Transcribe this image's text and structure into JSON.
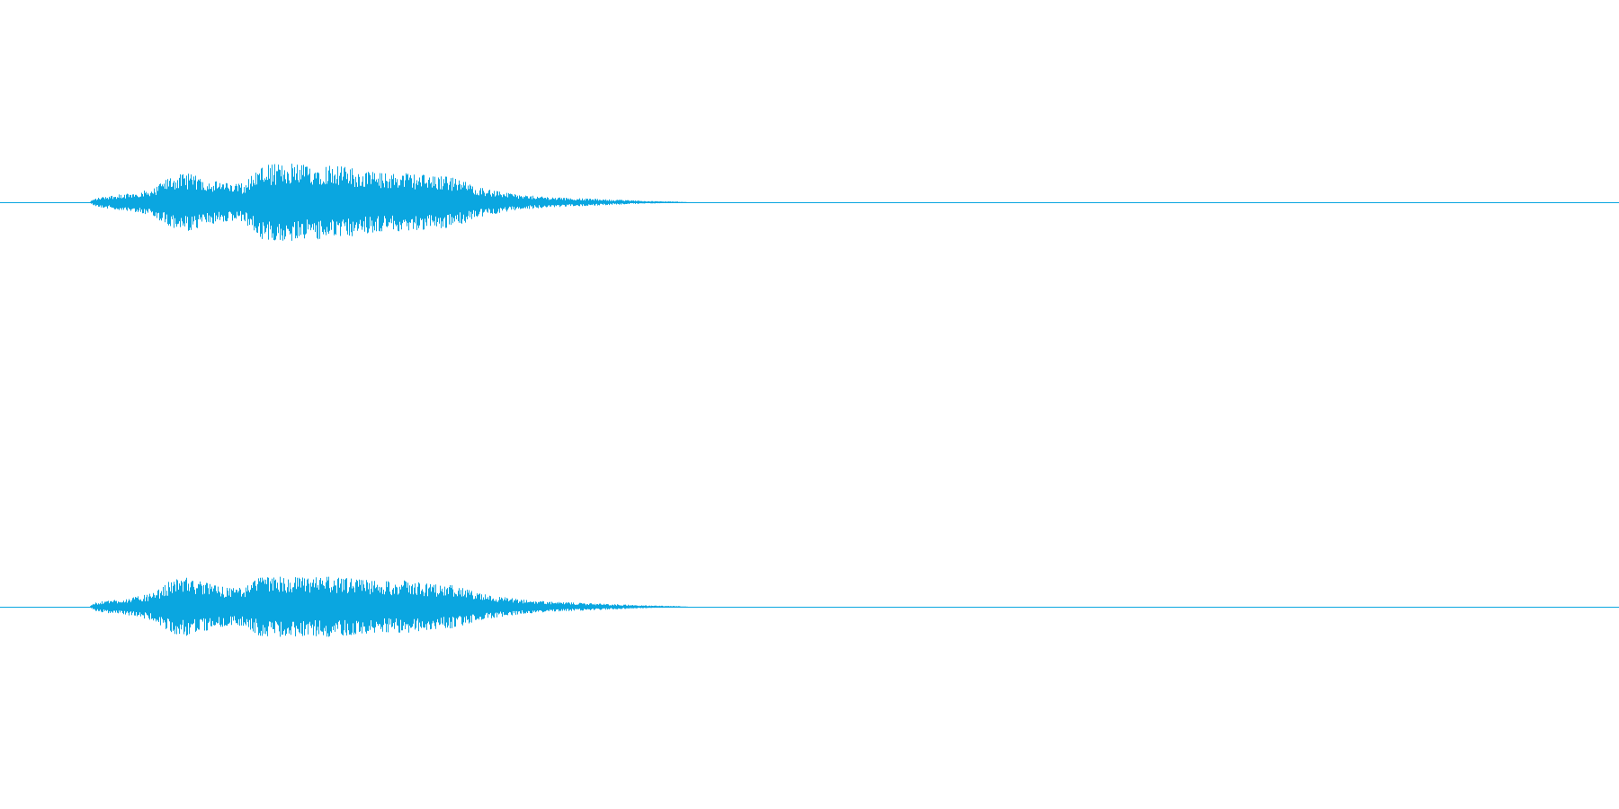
{
  "waveform": {
    "color": "#0aa6e0",
    "background": "#ffffff",
    "channels": [
      {
        "name": "left",
        "envelope": [
          [
            0.0,
            0.0
          ],
          [
            0.055,
            0.0
          ],
          [
            0.058,
            0.06
          ],
          [
            0.065,
            0.1
          ],
          [
            0.08,
            0.14
          ],
          [
            0.095,
            0.22
          ],
          [
            0.105,
            0.42
          ],
          [
            0.115,
            0.46
          ],
          [
            0.13,
            0.36
          ],
          [
            0.14,
            0.3
          ],
          [
            0.15,
            0.3
          ],
          [
            0.16,
            0.58
          ],
          [
            0.175,
            0.62
          ],
          [
            0.19,
            0.6
          ],
          [
            0.205,
            0.62
          ],
          [
            0.22,
            0.52
          ],
          [
            0.235,
            0.46
          ],
          [
            0.25,
            0.48
          ],
          [
            0.265,
            0.42
          ],
          [
            0.28,
            0.4
          ],
          [
            0.295,
            0.24
          ],
          [
            0.31,
            0.16
          ],
          [
            0.32,
            0.12
          ],
          [
            0.34,
            0.08
          ],
          [
            0.36,
            0.06
          ],
          [
            0.38,
            0.04
          ],
          [
            0.4,
            0.02
          ],
          [
            0.42,
            0.01
          ],
          [
            0.425,
            0.0
          ],
          [
            1.0,
            0.0
          ]
        ]
      },
      {
        "name": "right",
        "envelope": [
          [
            0.0,
            0.0
          ],
          [
            0.055,
            0.0
          ],
          [
            0.058,
            0.06
          ],
          [
            0.065,
            0.1
          ],
          [
            0.08,
            0.14
          ],
          [
            0.095,
            0.22
          ],
          [
            0.105,
            0.42
          ],
          [
            0.115,
            0.46
          ],
          [
            0.13,
            0.36
          ],
          [
            0.14,
            0.3
          ],
          [
            0.15,
            0.3
          ],
          [
            0.16,
            0.46
          ],
          [
            0.175,
            0.48
          ],
          [
            0.19,
            0.46
          ],
          [
            0.205,
            0.48
          ],
          [
            0.22,
            0.44
          ],
          [
            0.235,
            0.4
          ],
          [
            0.25,
            0.42
          ],
          [
            0.265,
            0.36
          ],
          [
            0.28,
            0.34
          ],
          [
            0.295,
            0.22
          ],
          [
            0.31,
            0.16
          ],
          [
            0.32,
            0.12
          ],
          [
            0.34,
            0.08
          ],
          [
            0.36,
            0.06
          ],
          [
            0.38,
            0.04
          ],
          [
            0.4,
            0.02
          ],
          [
            0.42,
            0.01
          ],
          [
            0.425,
            0.0
          ],
          [
            1.0,
            0.0
          ]
        ]
      }
    ]
  }
}
